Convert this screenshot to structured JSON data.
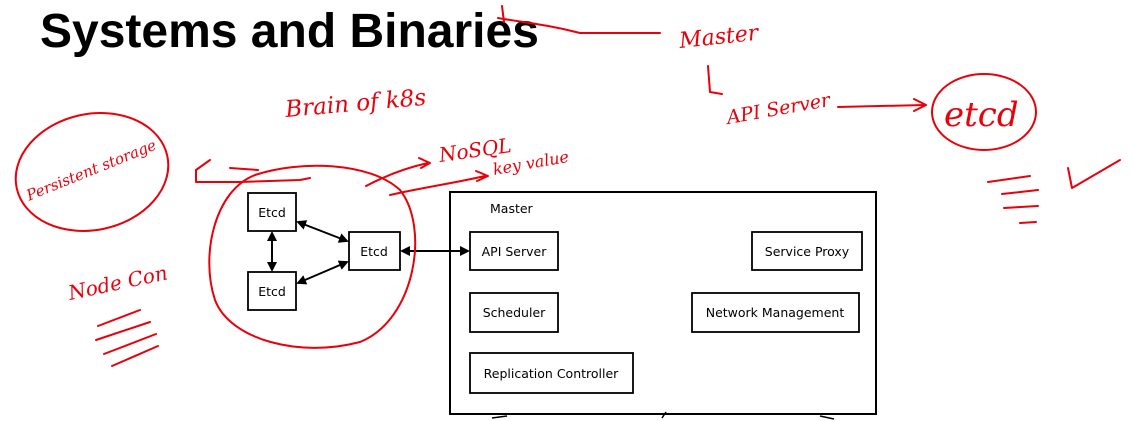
{
  "title": "Systems and Binaries",
  "diagram": {
    "master_label": "Master",
    "etcd_label": "Etcd",
    "components": {
      "api_server": "API Server",
      "scheduler": "Scheduler",
      "replication_controller": "Replication Controller",
      "service_proxy": "Service Proxy",
      "network_management": "Network Management"
    }
  },
  "annotations": {
    "master": "Master",
    "api_server": "API Server",
    "etcd": "etcd",
    "brain": "Brain of k8s",
    "nosql": "NoSQL",
    "key_value": "key value",
    "persistent_storage": "Persistent storage",
    "node_con": "Node Con"
  },
  "colors": {
    "ink": "#e8000b",
    "diagram": "#000000"
  }
}
